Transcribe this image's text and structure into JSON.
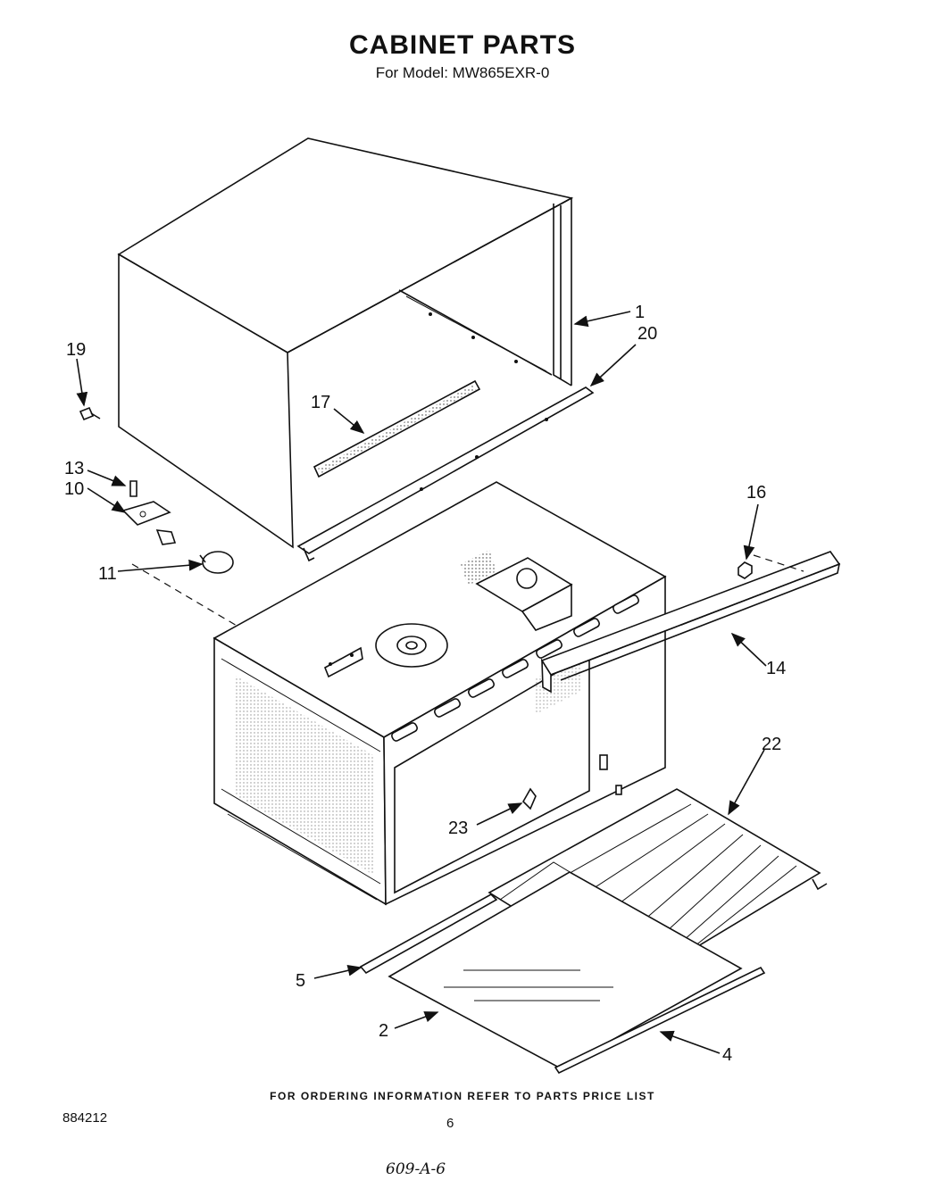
{
  "header": {
    "title": "CABINET PARTS",
    "subtitle": "For Model: MW865EXR-0"
  },
  "callouts": [
    {
      "id": "1",
      "label": "1"
    },
    {
      "id": "2",
      "label": "2"
    },
    {
      "id": "4",
      "label": "4"
    },
    {
      "id": "5",
      "label": "5"
    },
    {
      "id": "10",
      "label": "10"
    },
    {
      "id": "11",
      "label": "11"
    },
    {
      "id": "13",
      "label": "13"
    },
    {
      "id": "14",
      "label": "14"
    },
    {
      "id": "16",
      "label": "16"
    },
    {
      "id": "17",
      "label": "17"
    },
    {
      "id": "19",
      "label": "19"
    },
    {
      "id": "20",
      "label": "20"
    },
    {
      "id": "22",
      "label": "22"
    },
    {
      "id": "23",
      "label": "23"
    }
  ],
  "footer": {
    "ordering_note": "FOR ORDERING INFORMATION REFER TO PARTS PRICE LIST",
    "document_number": "884212",
    "page_number": "6",
    "handwritten_note": "609-A-6"
  }
}
